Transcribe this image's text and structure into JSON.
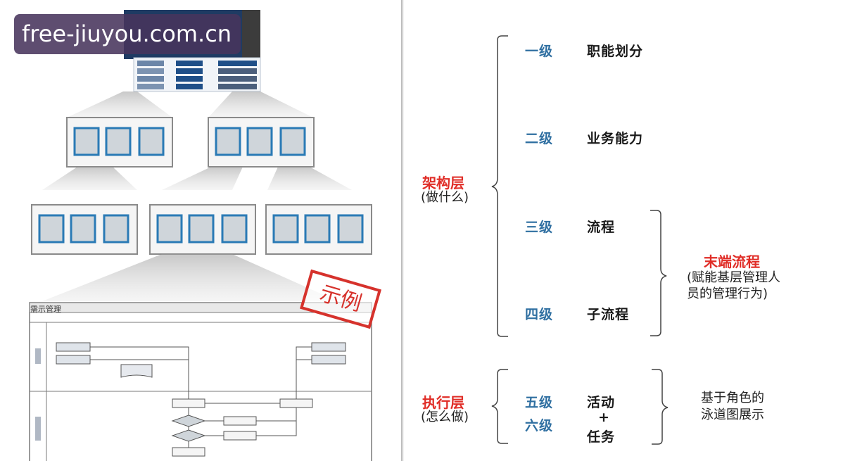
{
  "watermark": "free-jiuyou.com.cn",
  "left": {
    "stamp": "示例",
    "swimlane_title": "需示管理"
  },
  "right": {
    "architecture_label": "架构层",
    "architecture_sub": "(做什么)",
    "execution_label": "执行层",
    "execution_sub": "(怎么做)",
    "levels": [
      {
        "level": "一级",
        "text": "职能划分"
      },
      {
        "level": "二级",
        "text": "业务能力"
      },
      {
        "level": "三级",
        "text": "流程"
      },
      {
        "level": "四级",
        "text": "子流程"
      },
      {
        "level": "五级",
        "text": "活动"
      },
      {
        "level": "六级",
        "text": "任务"
      }
    ],
    "plus": "+",
    "terminal_label": "末端流程",
    "terminal_desc_1": "(赋能基层管理人",
    "terminal_desc_2": "员的管理行为)",
    "swimlane_desc_1": "基于角色的",
    "swimlane_desc_2": "泳道图展示"
  },
  "colors": {
    "level_blue": "#2f6fa1",
    "accent_red": "#e02d27",
    "box_blue": "#2a7ab5"
  }
}
